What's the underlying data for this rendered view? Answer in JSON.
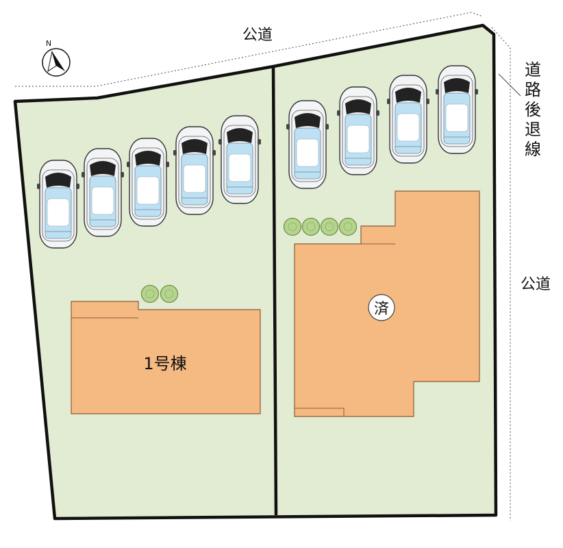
{
  "labels": {
    "road_top": "公道",
    "road_right": "公道",
    "setback_line": "道路後退線",
    "building_1": "1号棟",
    "sold_mark": "済",
    "compass_n": "N"
  },
  "colors": {
    "lot_fill": "#e2ecd2",
    "lot_border": "#111111",
    "building_fill": "#f5b982",
    "building_border": "#8a5a3a",
    "car_body": "#f2f4f6",
    "car_glass": "#bde0f3",
    "tree_fill": "#b5d58e",
    "tree_border": "#6f8f4b"
  },
  "lots": {
    "left_lot": {
      "parking_spaces": 5,
      "trees": 2,
      "building": "1号棟"
    },
    "right_lot": {
      "parking_spaces": 4,
      "trees": 4,
      "building": "済"
    }
  }
}
